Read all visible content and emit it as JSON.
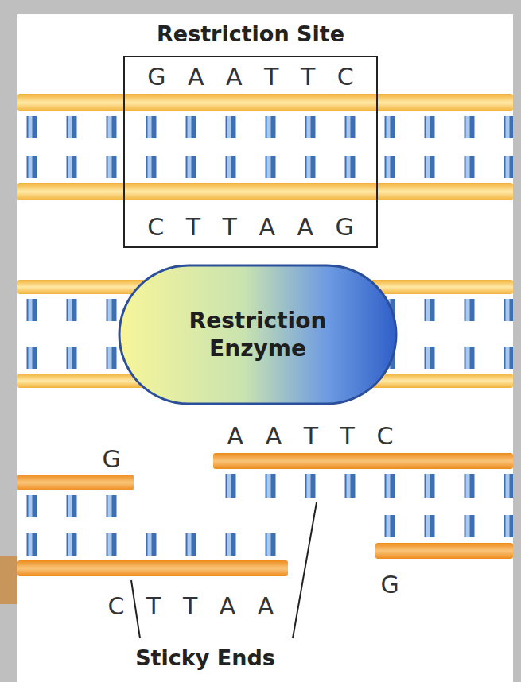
{
  "diagram": {
    "nodes": [
      {
        "text": [
          "Restriction Site",
          "G A A T T C",
          "C T T A A G"
        ]
      },
      {
        "text": [
          "Restriction Enzyme"
        ]
      }
    ],
    "labels": [
      "A A T T C",
      "G",
      "G",
      "C T T A A",
      "Sticky Ends"
    ]
  }
}
